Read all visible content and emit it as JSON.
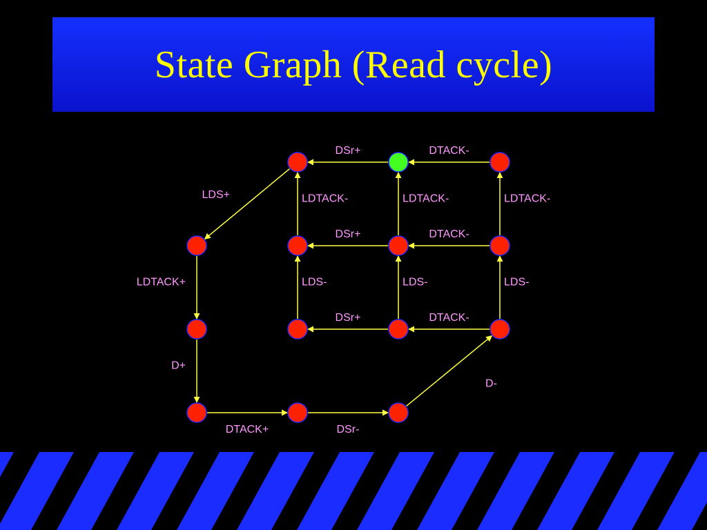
{
  "slide": {
    "title": "State Graph (Read cycle)"
  },
  "colors": {
    "background": "#000000",
    "title_bar": "#1428f0",
    "title_text": "#ffff00",
    "state": "#ff2200",
    "state_initial": "#44ff22",
    "state_outline": "#2a2aff",
    "edge": "#ffff44",
    "label": "#ff99ff",
    "stripe": "#1a2cff"
  },
  "graph": {
    "nodes": [
      {
        "id": "s00",
        "col": 1,
        "row": 0,
        "initial": false
      },
      {
        "id": "s01",
        "col": 2,
        "row": 0,
        "initial": true
      },
      {
        "id": "s02",
        "col": 3,
        "row": 0,
        "initial": false
      },
      {
        "id": "s10",
        "col": 0,
        "row": 1,
        "initial": false
      },
      {
        "id": "s11",
        "col": 1,
        "row": 1,
        "initial": false
      },
      {
        "id": "s12",
        "col": 2,
        "row": 1,
        "initial": false
      },
      {
        "id": "s13",
        "col": 3,
        "row": 1,
        "initial": false
      },
      {
        "id": "s20",
        "col": 0,
        "row": 2,
        "initial": false
      },
      {
        "id": "s21",
        "col": 1,
        "row": 2,
        "initial": false
      },
      {
        "id": "s22",
        "col": 2,
        "row": 2,
        "initial": false
      },
      {
        "id": "s23",
        "col": 3,
        "row": 2,
        "initial": false
      },
      {
        "id": "s30",
        "col": 0,
        "row": 3,
        "initial": false
      },
      {
        "id": "s31",
        "col": 1,
        "row": 3,
        "initial": false
      },
      {
        "id": "s32",
        "col": 2,
        "row": 3,
        "initial": false
      }
    ],
    "edges": [
      {
        "from": "s01",
        "to": "s00",
        "label": "DSr+"
      },
      {
        "from": "s02",
        "to": "s01",
        "label": "DTACK-"
      },
      {
        "from": "s00",
        "to": "s10",
        "label": "LDS+"
      },
      {
        "from": "s11",
        "to": "s00",
        "label": "LDTACK-"
      },
      {
        "from": "s12",
        "to": "s01",
        "label": "LDTACK-"
      },
      {
        "from": "s13",
        "to": "s02",
        "label": "LDTACK-"
      },
      {
        "from": "s12",
        "to": "s11",
        "label": "DSr+"
      },
      {
        "from": "s13",
        "to": "s12",
        "label": "DTACK-"
      },
      {
        "from": "s10",
        "to": "s20",
        "label": "LDTACK+"
      },
      {
        "from": "s21",
        "to": "s11",
        "label": "LDS-"
      },
      {
        "from": "s22",
        "to": "s12",
        "label": "LDS-"
      },
      {
        "from": "s23",
        "to": "s13",
        "label": "LDS-"
      },
      {
        "from": "s22",
        "to": "s21",
        "label": "DSr+"
      },
      {
        "from": "s23",
        "to": "s22",
        "label": "DTACK-"
      },
      {
        "from": "s20",
        "to": "s30",
        "label": "D+"
      },
      {
        "from": "s32",
        "to": "s23",
        "label": "D-"
      },
      {
        "from": "s30",
        "to": "s31",
        "label": "DTACK+"
      },
      {
        "from": "s31",
        "to": "s32",
        "label": "DSr-"
      }
    ]
  }
}
